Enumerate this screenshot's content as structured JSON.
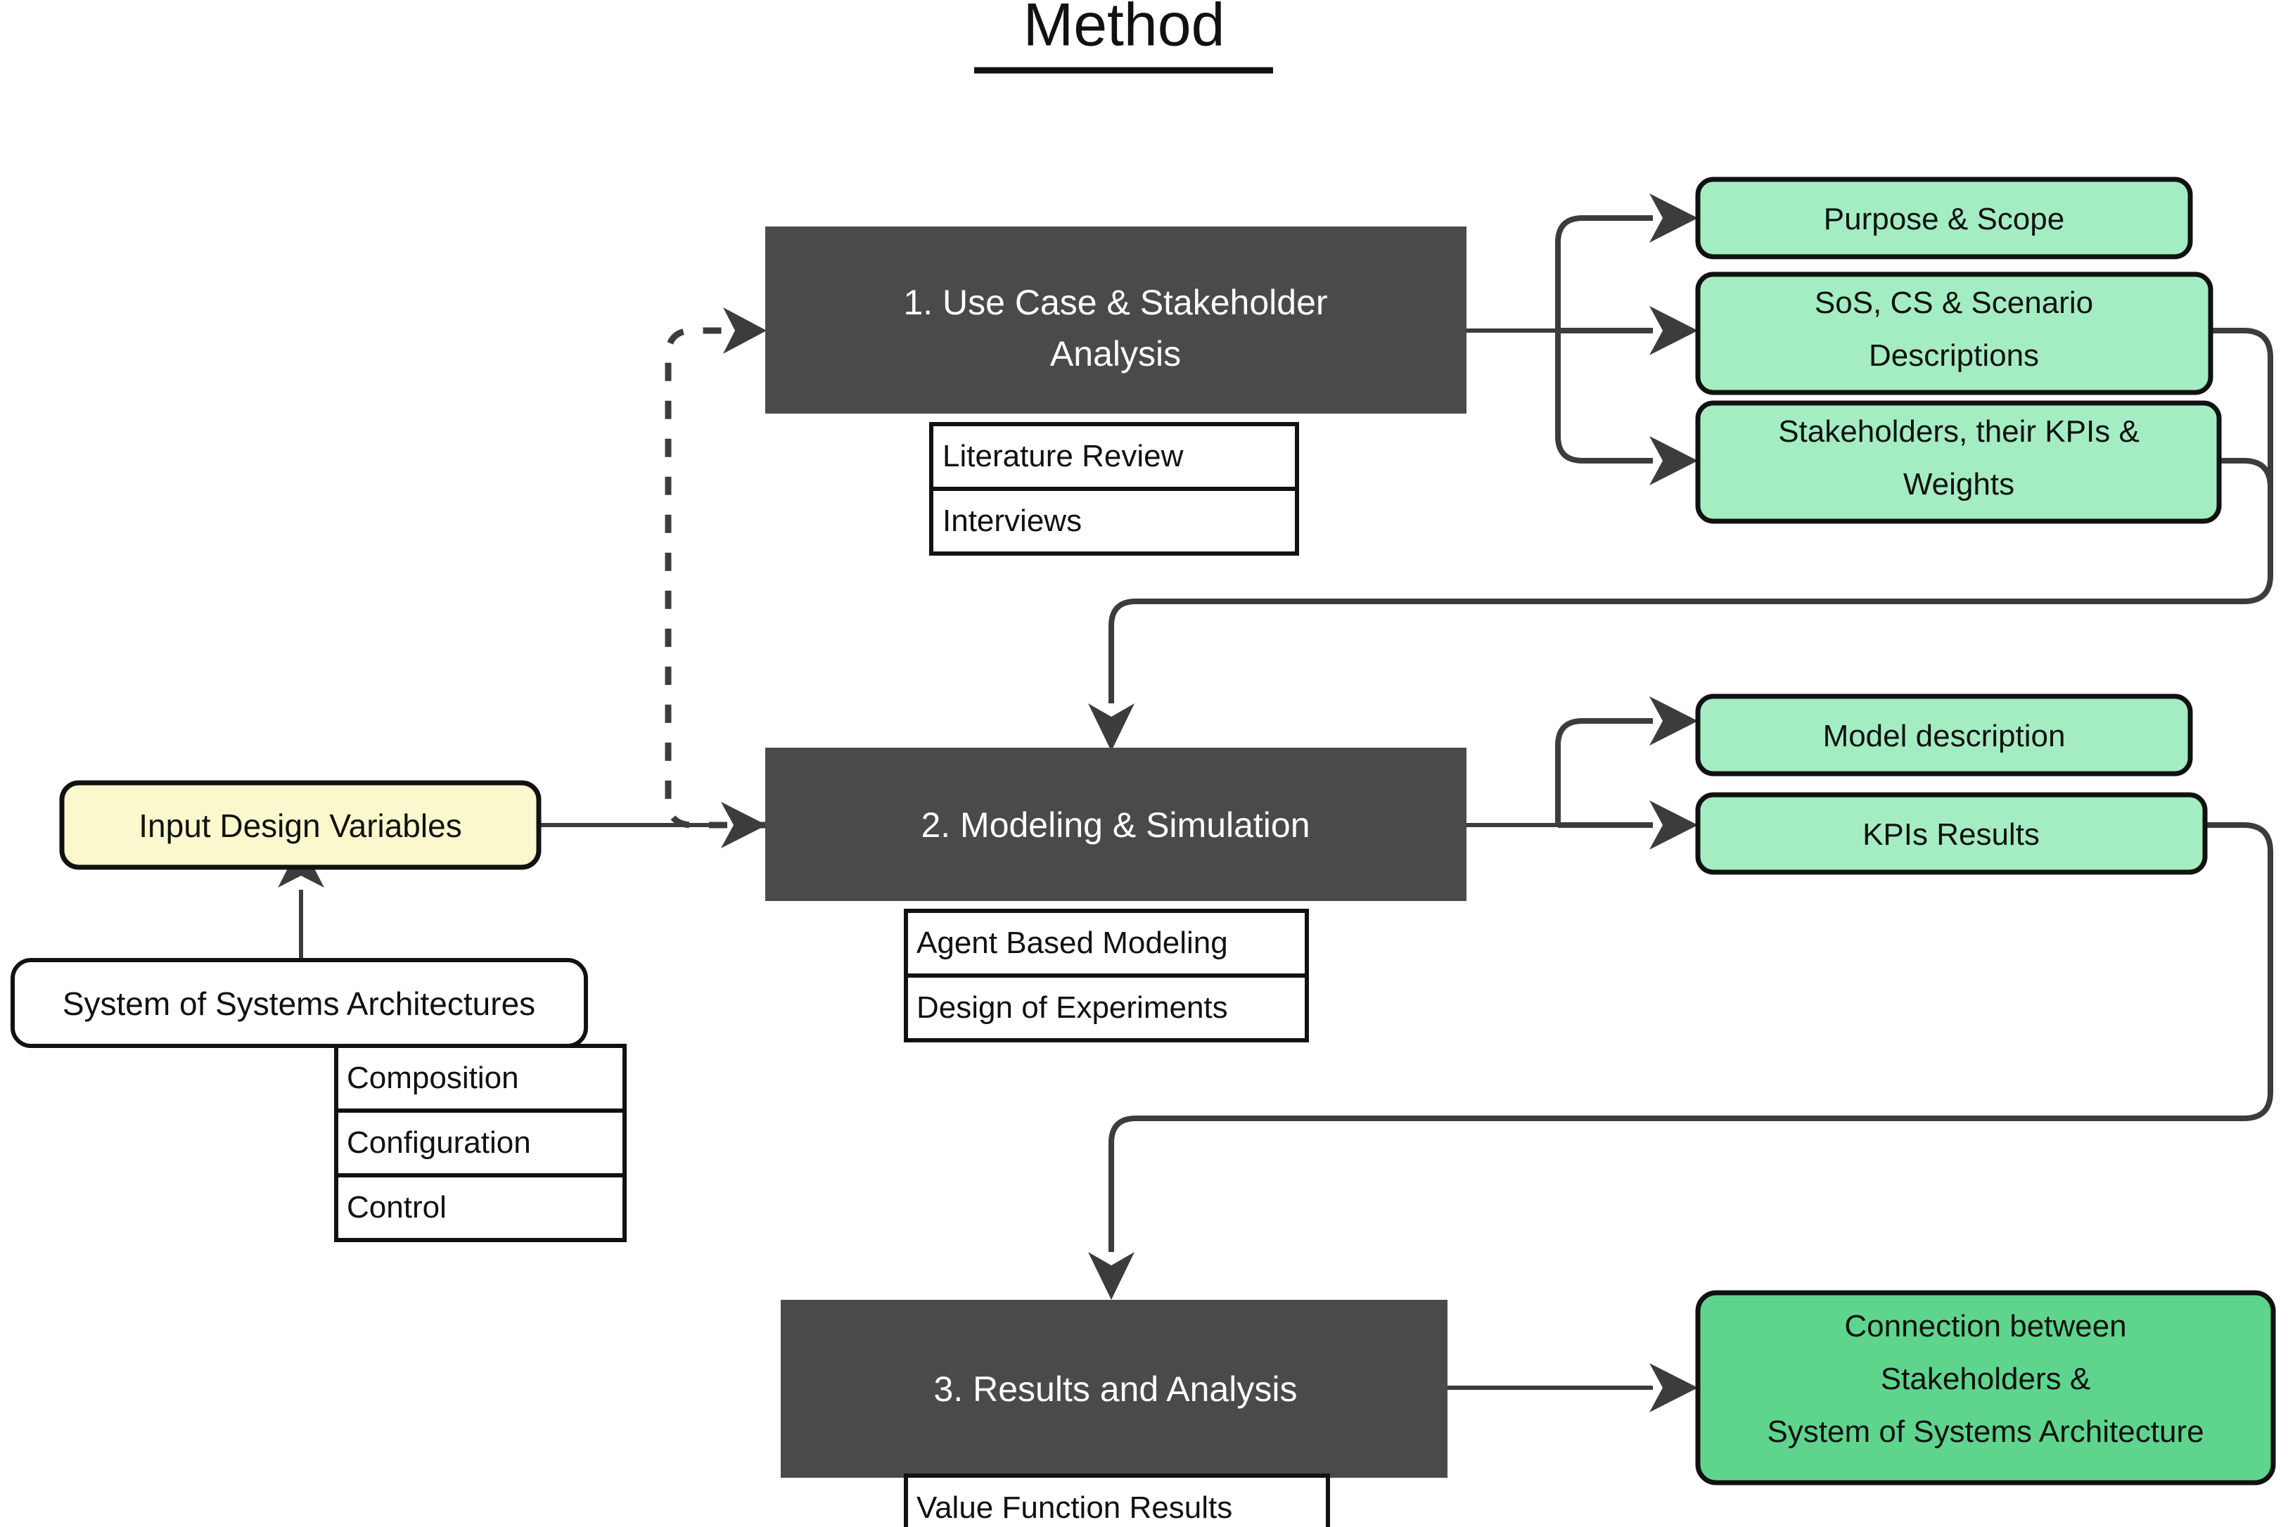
{
  "title": "Method",
  "phases": [
    {
      "id": "phase-1",
      "label_line1": "1. Use Case & Stakeholder",
      "label_line2": "Analysis",
      "methods": [
        "Literature Review",
        "Interviews"
      ],
      "outputs": [
        {
          "id": "purpose-scope",
          "lines": [
            "Purpose & Scope"
          ],
          "color": "#a4edc2"
        },
        {
          "id": "sos-cs-scenario",
          "lines": [
            "SoS, CS & Scenario",
            "Descriptions"
          ],
          "color": "#a4edc2"
        },
        {
          "id": "stakeholders-kpis",
          "lines": [
            "Stakeholders, their KPIs &",
            "Weights"
          ],
          "color": "#a4edc2"
        }
      ]
    },
    {
      "id": "phase-2",
      "label_line1": "2. Modeling & Simulation",
      "label_line2": "",
      "methods": [
        "Agent Based Modeling",
        "Design of Experiments"
      ],
      "outputs": [
        {
          "id": "model-description",
          "lines": [
            "Model description"
          ],
          "color": "#a4edc2"
        },
        {
          "id": "kpis-results",
          "lines": [
            "KPIs Results"
          ],
          "color": "#a4edc2"
        }
      ]
    },
    {
      "id": "phase-3",
      "label_line1": "3. Results and Analysis",
      "label_line2": "",
      "methods": [
        "Value Function Results"
      ],
      "outputs": [
        {
          "id": "connection-stakeholders-sos",
          "lines": [
            "Connection between",
            "Stakeholders &",
            "System of Systems Architecture"
          ],
          "color": "#5fd48d"
        }
      ]
    }
  ],
  "inputs": {
    "design_variables": "Input Design Variables",
    "architectures": "System of Systems Architectures",
    "architecture_aspects": [
      "Composition",
      "Configuration",
      "Control"
    ]
  },
  "colors": {
    "process_box": "#4a4a4a",
    "output_light_green": "#a4edc2",
    "output_dark_green": "#5fd48d",
    "input_yellow": "#fbf8ce",
    "edge": "#3c3c3c",
    "text_dark": "#111111",
    "text_light": "#ffffff"
  }
}
